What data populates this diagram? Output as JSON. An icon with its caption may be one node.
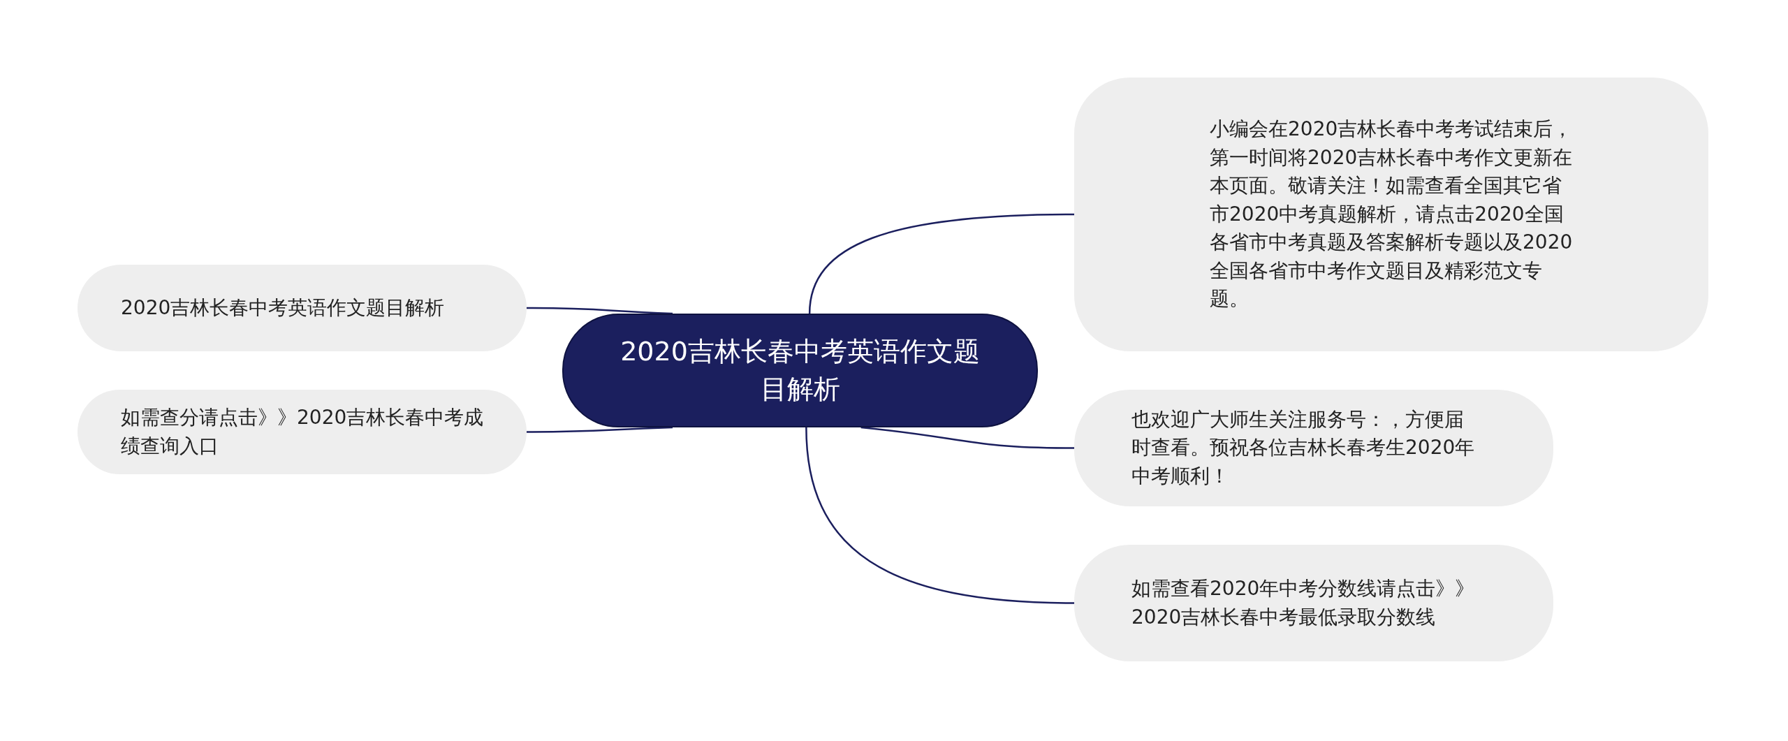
{
  "diagram": {
    "nodes": [
      {
        "text": [
          "2020吉林长春中考英语作文题目解析"
        ]
      },
      {
        "text": [
          "2020吉林长春中考英语作文题目解析"
        ]
      },
      {
        "text": [
          "如需查分请点击》》2020吉林长春中考成绩查询入口"
        ]
      },
      {
        "text": [
          "小编会在2020吉林长春中考考试结束后，第一时间将2020吉林长春中考作文更新在本页面。敬请关注！如需查看全国其它省市2020中考真题解析，请点击2020全国各省市中考真题及答案解析专题以及2020全国各省市中考作文题目及精彩范文专题。"
        ]
      },
      {
        "text": [
          "也欢迎广大师生关注服务号：，方便届时查看。预祝各位吉林长春考生2020年中考顺利！"
        ]
      },
      {
        "text": [
          "如需查看2020年中考分数线请点击》》2020吉林长春中考最低录取分数线"
        ]
      }
    ],
    "edges": [
      {
        "from": 0,
        "to": 1,
        "arrow": "none"
      },
      {
        "from": 0,
        "to": 2,
        "arrow": "none"
      },
      {
        "from": 0,
        "to": 3,
        "arrow": "none"
      },
      {
        "from": 0,
        "to": 4,
        "arrow": "none"
      },
      {
        "from": 0,
        "to": 5,
        "arrow": "none"
      }
    ]
  }
}
